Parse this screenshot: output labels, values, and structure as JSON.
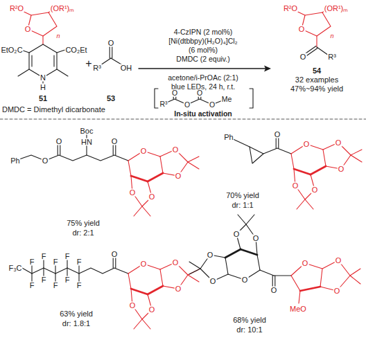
{
  "diagram": {
    "labels": [
      "R²O",
      "(OR¹)ₘ",
      "O",
      "n",
      "EtO₂C",
      "CO₂Et",
      "N",
      "H",
      "51",
      "DMDC = Dimethyl dicarbonate",
      "+",
      "O",
      "R³",
      "OH",
      "53",
      "4-CzIPN (2 mol%)",
      "[Ni(dtbbpy)(H₂O)₄]Cl₂",
      "(6 mol%)",
      "DMDC (2 equiv.)",
      "acetone/i-PrOAc (2:1)",
      "blue LEDs, 24 h, r.t.",
      "R³",
      "O",
      "O",
      "O",
      "O",
      "Me",
      "In-situ activation",
      "R²O",
      "(OR¹)ₘ",
      "O",
      "n",
      "O",
      "R³",
      "54",
      "32 examples",
      "47%~94% yield",
      "Ph",
      "O",
      "O",
      "HN",
      "Boc",
      "O",
      "O",
      "O",
      "O",
      "O",
      "O",
      "75% yield",
      "dr: 2:1",
      "Ph",
      "O",
      "O",
      "O",
      "O",
      "O",
      "O",
      "70% yield",
      "dr: 1:1",
      "F₃C",
      "F",
      "F",
      "F",
      "F",
      "F",
      "F",
      "F",
      "F",
      "F",
      "F",
      "O",
      "O",
      "O",
      "O",
      "O",
      "O",
      "63% yield",
      "dr: 1.8:1",
      "O",
      "O",
      "O",
      "O",
      "O",
      "O",
      "O",
      "O",
      "O",
      "MeO",
      "68% yield",
      "dr: 10:1"
    ]
  }
}
